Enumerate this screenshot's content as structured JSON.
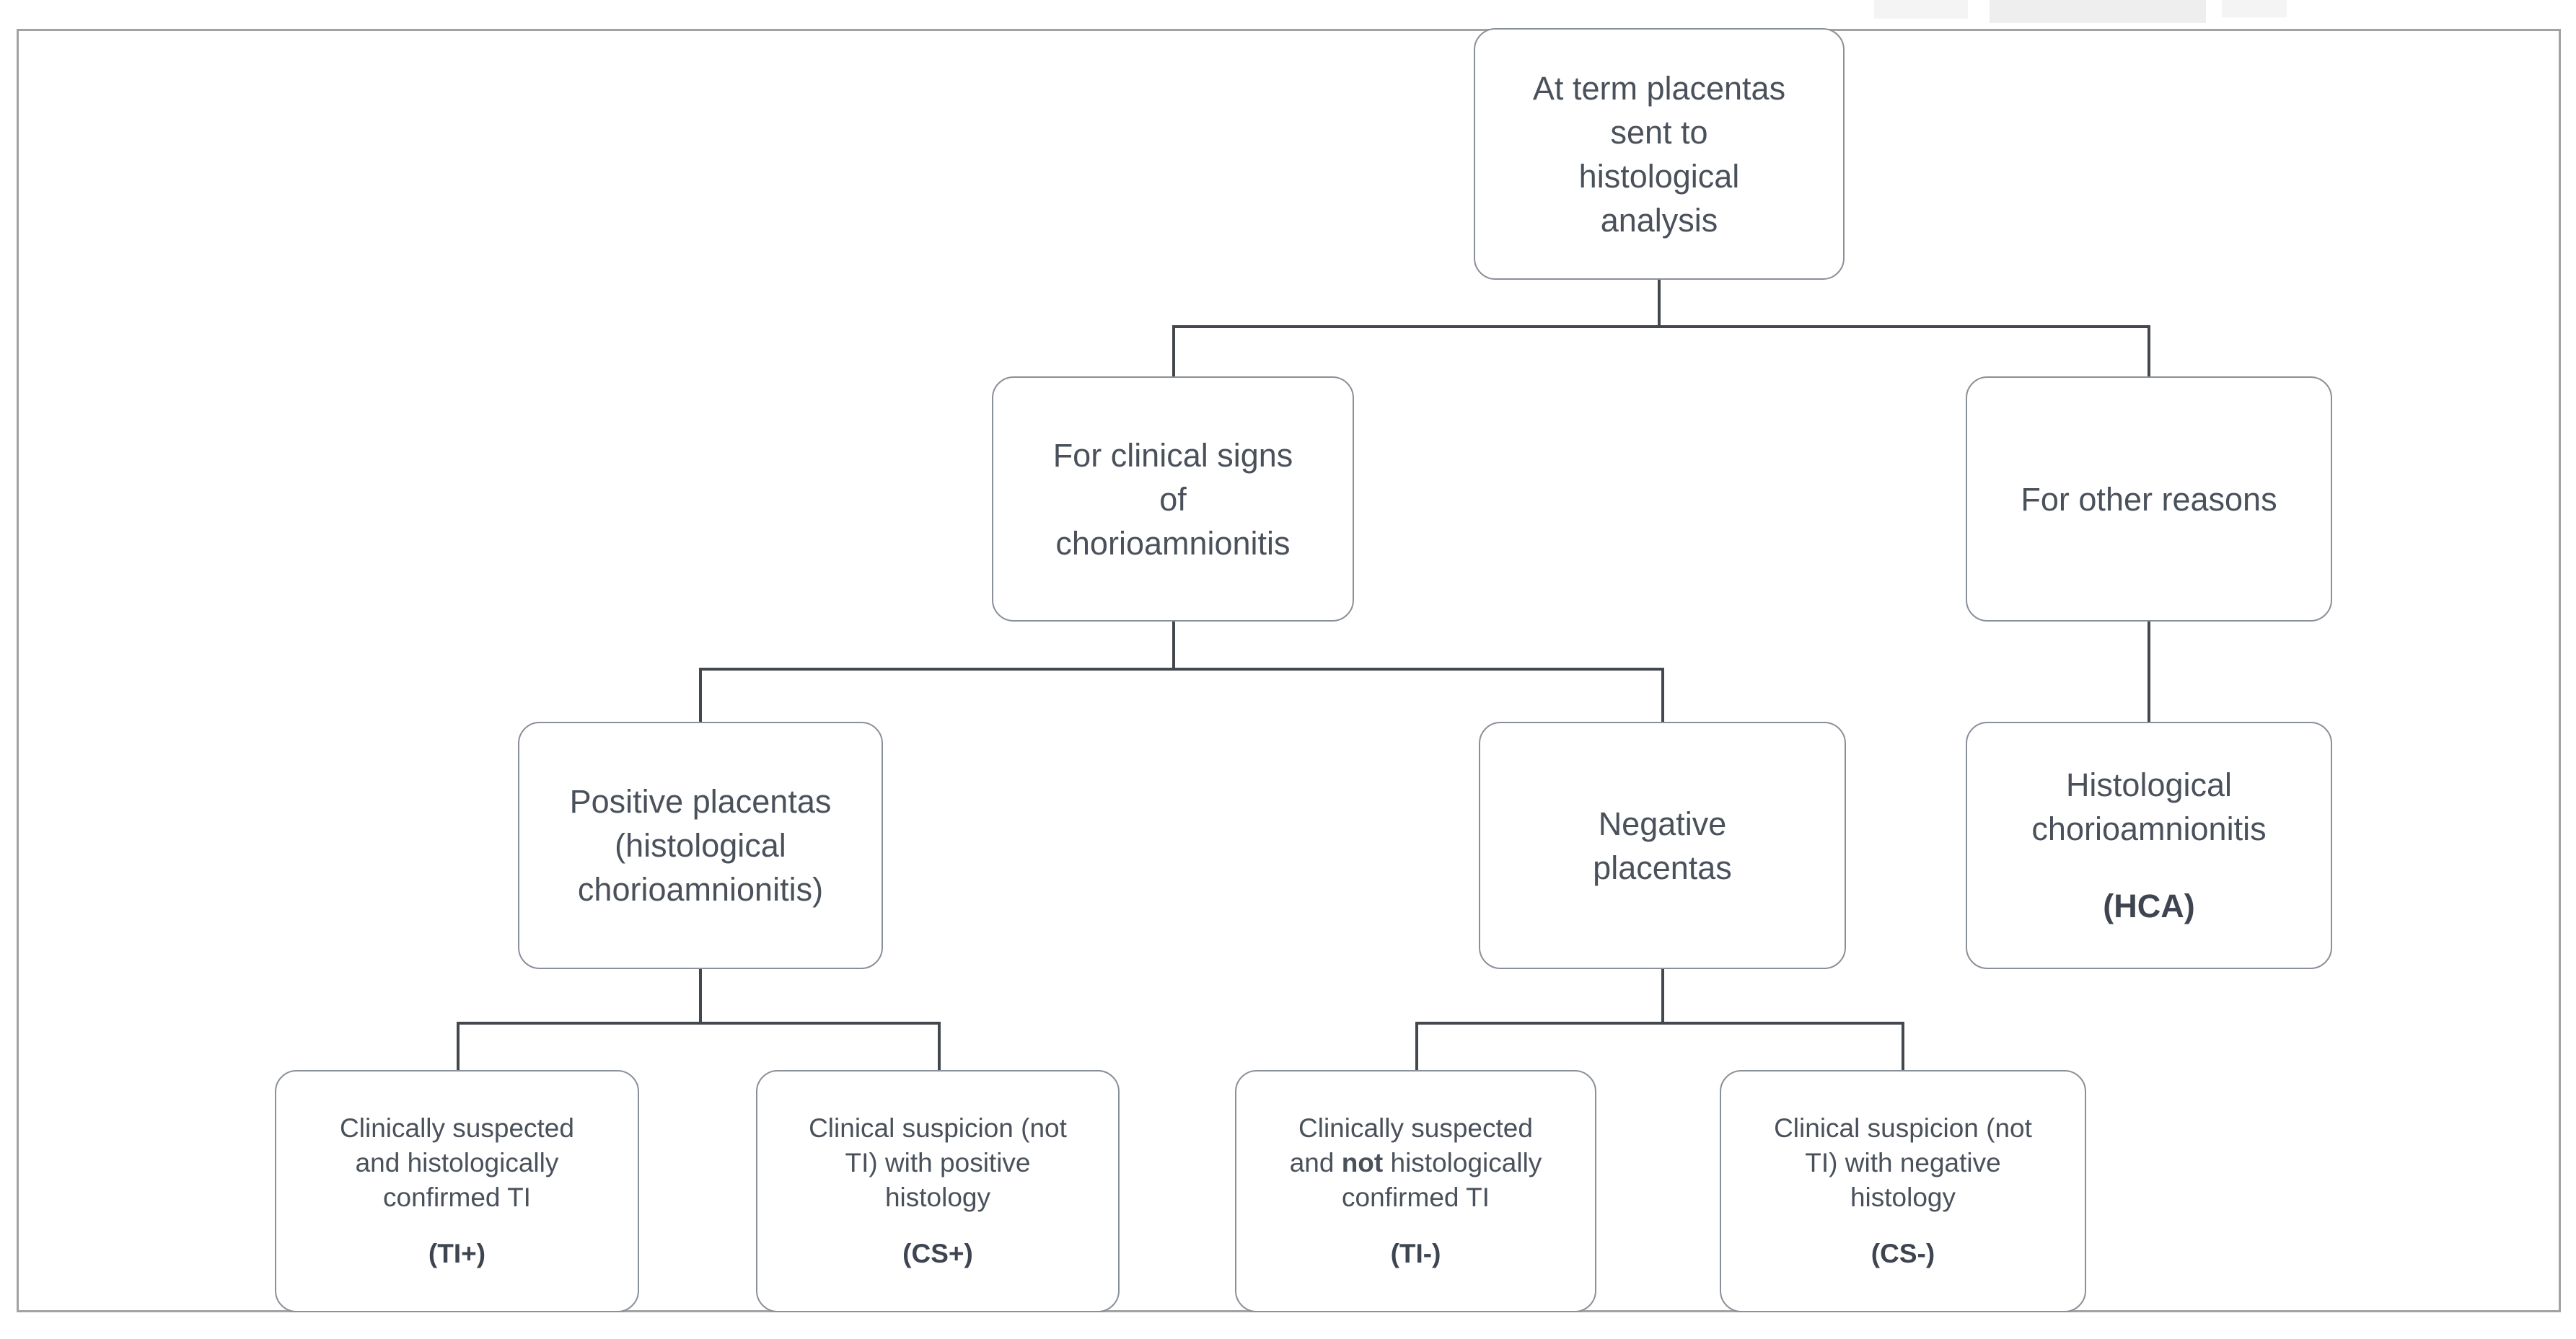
{
  "figure_type": "flowchart",
  "colors": {
    "connector": "#43484e",
    "box_border": "#8a9098",
    "text": "#4a515b",
    "code_text": "#3e4550",
    "outer_border": "#a2a2a2"
  },
  "nodes": {
    "root": {
      "lines": [
        "At term placentas",
        "sent to",
        "histological",
        "analysis"
      ]
    },
    "clinical_signs": {
      "lines": [
        "For clinical signs",
        "of",
        "chorioamnionitis"
      ]
    },
    "other_reasons": {
      "lines": [
        "For other reasons"
      ]
    },
    "positive": {
      "lines": [
        "Positive placentas",
        "(histological",
        "chorioamnionitis)"
      ]
    },
    "negative": {
      "lines": [
        "Negative",
        "placentas"
      ]
    },
    "hca": {
      "lines": [
        "Histological",
        "chorioamnionitis"
      ],
      "code": "(HCA)"
    },
    "ti_plus": {
      "lines": [
        "Clinically suspected",
        "and histologically",
        "confirmed TI"
      ],
      "code": "(TI+)"
    },
    "cs_plus": {
      "lines": [
        "Clinical suspicion (not",
        "TI) with positive",
        "histology"
      ],
      "code": "(CS+)"
    },
    "ti_minus": {
      "line1": "Clinically suspected",
      "line2_pre": "and ",
      "line2_bold": "not",
      "line2_post": " histologically",
      "line3": "confirmed TI",
      "code": "(TI-)"
    },
    "cs_minus": {
      "lines": [
        "Clinical suspicion (not",
        "TI) with negative",
        "histology"
      ],
      "code": "(CS-)"
    }
  }
}
